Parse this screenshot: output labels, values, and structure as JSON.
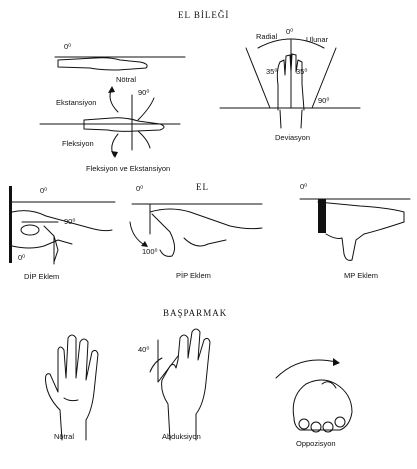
{
  "titles": {
    "wrist": "EL BİLEĞİ",
    "hand": "EL",
    "thumb": "BAŞPARMAK"
  },
  "wrist": {
    "neutral": {
      "angle": "0⁰",
      "label": "Nötral"
    },
    "flex_ext": {
      "extension_label": "Ekstansiyon",
      "angle": "90⁰",
      "flexion_label": "Fleksiyon",
      "caption": "Fleksiyon ve Ekstansiyon"
    },
    "deviation": {
      "angle_top": "0⁰",
      "radial_label": "Radial",
      "ulnar_label": "Ulunar",
      "radial_angle": "35⁰",
      "ulnar_angle": "35⁰",
      "angle_right": "90⁰",
      "caption": "Deviasyon"
    }
  },
  "fingers": {
    "dip": {
      "angle_top": "0⁰",
      "angle_mid": "90⁰",
      "angle_bottom": "0⁰",
      "caption": "DİP Eklem"
    },
    "pip": {
      "angle_top": "0⁰",
      "angle_bottom": "100⁰",
      "caption": "PİP Eklem"
    },
    "mp": {
      "angle_top": "0⁰",
      "caption": "MP Eklem"
    }
  },
  "thumb": {
    "neutral_caption": "Nötral",
    "abduction_angle": "40⁰",
    "abduction_caption": "Abduksiyon",
    "opposition_caption": "Oppozisyon"
  }
}
